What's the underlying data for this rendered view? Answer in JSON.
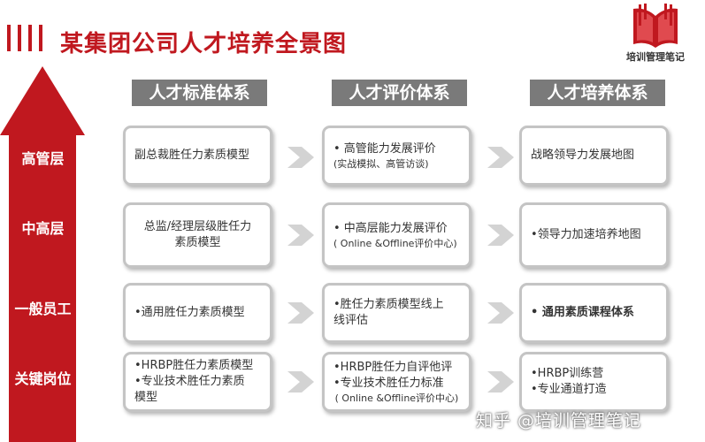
{
  "title": "某集团公司人才培养全景图",
  "logo": {
    "text": "培训管理笔记",
    "icon": "book-icon"
  },
  "columns": [
    "人才标准体系",
    "人才评价体系",
    "人才培养体系"
  ],
  "levels": [
    "高管层",
    "中高层",
    "一般员工",
    "关键岗位"
  ],
  "rows": [
    {
      "standard": [
        "副总裁胜任力素质模型"
      ],
      "evaluation": [
        "• 高管能力发展评价",
        "(实战模拟、高管访谈)"
      ],
      "development": [
        "战略领导力发展地图"
      ]
    },
    {
      "standard": [
        "总监/经理层级胜任力",
        "素质模型"
      ],
      "evaluation": [
        "• 中高层能力发展评价",
        "( Online &Offline评价中心)"
      ],
      "development": [
        "•领导力加速培养地图"
      ]
    },
    {
      "standard": [
        "•通用胜任力素质模型"
      ],
      "evaluation": [
        "•胜任力素质模型线上",
        "线评估"
      ],
      "development": [
        "• 通用素质课程体系"
      ]
    },
    {
      "standard": [
        "•HRBP胜任力素质模型",
        "•专业技术胜任力素质",
        "模型"
      ],
      "evaluation": [
        "•HRBP胜任力自评他评",
        "•专业技术胜任力标准",
        "( Online &Offline评价中心)"
      ],
      "development": [
        "•HRBP训练营",
        "•专业通道打造"
      ]
    }
  ],
  "watermark": "知乎 @培训管理笔记",
  "colors": {
    "accent": "#c0181f",
    "header_bg": "#7a7a7a",
    "box_border": "#c4c4c4",
    "chevron": "#d3d3d3"
  }
}
